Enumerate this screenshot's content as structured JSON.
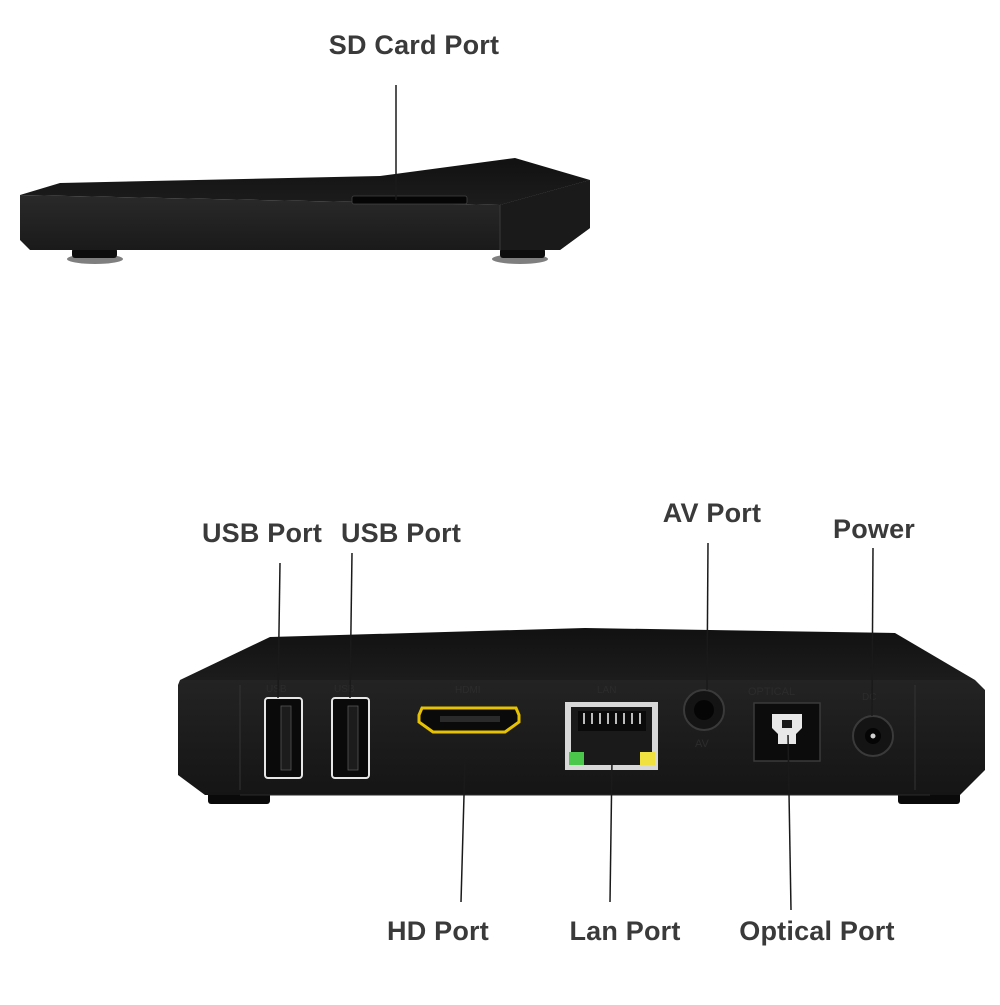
{
  "labels": {
    "sd_card": "SD Card Port",
    "usb_1": "USB Port",
    "usb_2": "USB Port",
    "av": "AV Port",
    "power": "Power",
    "hd": "HD Port",
    "lan": "Lan Port",
    "optical": "Optical Port"
  },
  "colors": {
    "label_text": "#3a3a3a",
    "device_body": "#1c1c1c",
    "hdmi_outline": "#e7c200",
    "lan_led_green": "#4bc84b",
    "lan_led_yellow": "#f0e040"
  }
}
